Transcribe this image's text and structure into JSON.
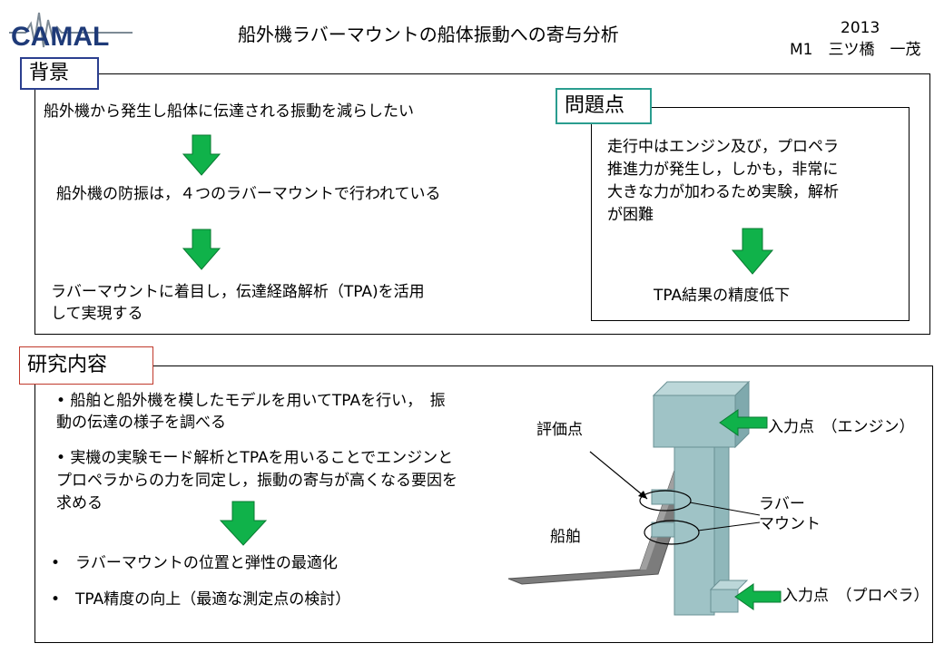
{
  "header": {
    "logo": "CAMAL",
    "title": "船外機ラバーマウントの船体振動への寄与分析",
    "year": "2013",
    "author": "M1　三ツ橋　一茂"
  },
  "background": {
    "label": "背景",
    "line1": "船外機から発生し船体に伝達される振動を減らしたい",
    "line2": "船外機の防振は，４つのラバーマウントで行われている",
    "line3a": "ラバーマウントに着目し，伝達経路解析（TPA)を活用",
    "line3b": "して実現する"
  },
  "problem": {
    "label": "問題点",
    "line1": "走行中はエンジン及び，プロペラ",
    "line2": "推進力が発生し，しかも，非常に",
    "line3": "大きな力が加わるため実験，解析",
    "line4": "が困難",
    "result": "TPA結果の精度低下"
  },
  "research": {
    "label": "研究内容",
    "b1a": "•  船舶と船外機を模したモデルを用いてTPAを行い，　振",
    "b1b": "動の伝達の様子を調べる",
    "b2a": "•  実機の実験モード解析とTPAを用いることでエンジンと",
    "b2b": "プロペラからの力を同定し，振動の寄与が高くなる要因を",
    "b2c": "求める",
    "r1": "•　ラバーマウントの位置と弾性の最適化",
    "r2": "•　TPA精度の向上（最適な測定点の検討）"
  },
  "figure": {
    "eval_point": "評価点",
    "rubber_a": "ラバー",
    "rubber_b": "マウント",
    "hull": "船舶",
    "input_engine": "入力点　（エンジン）",
    "input_prop": "入力点　（プロペラ）"
  },
  "colors": {
    "arrow_green": "#10b24a",
    "model_fill": "#9fc3c6",
    "hull_fill": "#7c7c7c"
  }
}
